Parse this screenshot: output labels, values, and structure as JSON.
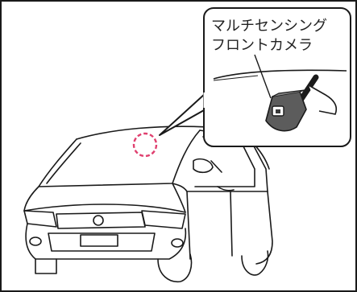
{
  "callout": {
    "line1": "マルチセンシング",
    "line2": "フロントカメラ"
  },
  "colors": {
    "frame": "#1a1a1a",
    "highlight": "#e0406f",
    "camera_fill": "#5c5c5c",
    "line": "#1a1a1a"
  },
  "icons": {
    "vehicle": "minivan-line-drawing",
    "camera": "front-camera-unit"
  }
}
